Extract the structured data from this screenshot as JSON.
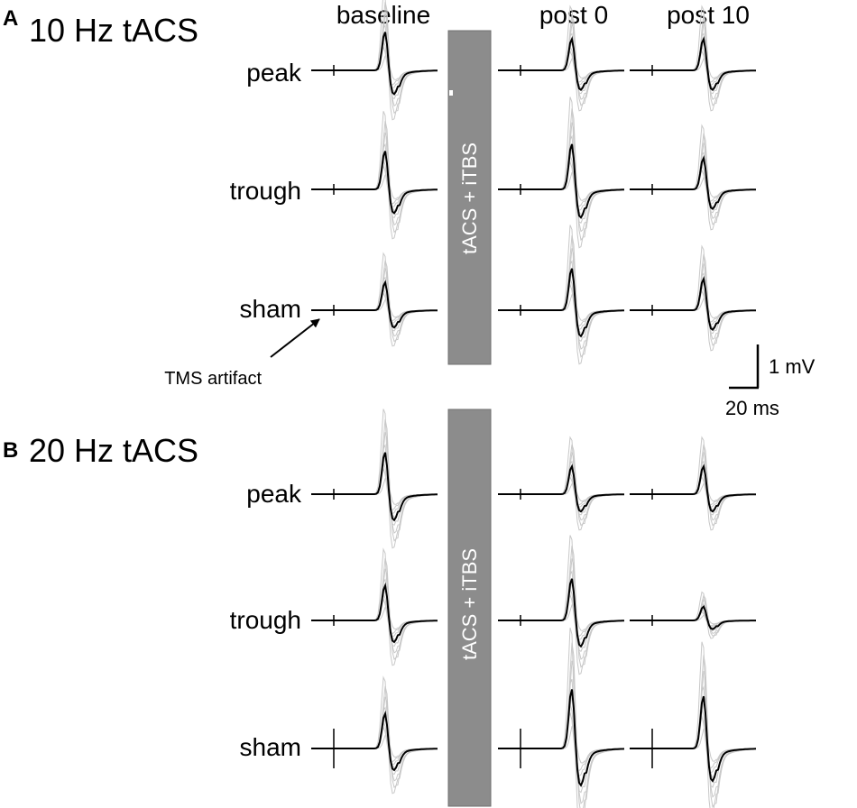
{
  "panels": [
    {
      "letter": "A",
      "title": "10 Hz tACS",
      "intervention_label": "tACS + iTBS",
      "rows": [
        {
          "label": "peak",
          "amps": {
            "baseline": 0.55,
            "post0": 0.45,
            "post10": 0.45
          }
        },
        {
          "label": "trough",
          "amps": {
            "baseline": 0.55,
            "post0": 0.65,
            "post10": 0.45
          }
        },
        {
          "label": "sham",
          "amps": {
            "baseline": 0.4,
            "post0": 0.6,
            "post10": 0.45
          }
        }
      ]
    },
    {
      "letter": "B",
      "title": "20 Hz tACS",
      "intervention_label": "tACS + iTBS",
      "rows": [
        {
          "label": "peak",
          "amps": {
            "baseline": 0.6,
            "post0": 0.4,
            "post10": 0.4
          }
        },
        {
          "label": "trough",
          "amps": {
            "baseline": 0.5,
            "post0": 0.6,
            "post10": 0.2
          }
        },
        {
          "label": "sham",
          "amps": {
            "baseline": 0.5,
            "post0": 0.85,
            "post10": 0.75
          }
        }
      ]
    }
  ],
  "columns": [
    "baseline",
    "post 0",
    "post 10"
  ],
  "column_keys": [
    "baseline",
    "post0",
    "post10"
  ],
  "annotation": "TMS artifact",
  "scale_bar": {
    "voltage_label": "1 mV",
    "time_label": "20 ms"
  }
}
